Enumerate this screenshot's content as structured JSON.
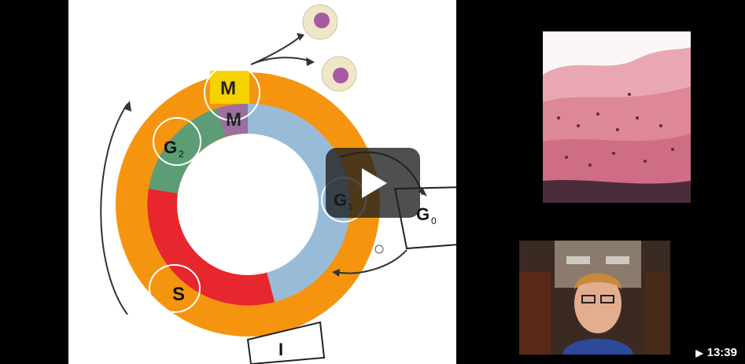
{
  "video": {
    "duration": "13:39",
    "play_glyph": "▶",
    "play_icon": "play-icon"
  },
  "diagram": {
    "labels": {
      "m_outer": "M",
      "m_inner": "M",
      "g2": "G",
      "g2_sub": "2",
      "g1": "G",
      "g1_sub": "1",
      "g0": "G",
      "g0_sub": "0",
      "s": "S",
      "interphase": "I"
    },
    "colors": {
      "interphase_ring": "#f5950f",
      "mitosis_outer": "#f5d300",
      "mitosis_inner": "#9c6fa0",
      "g2": "#5c9d76",
      "s": "#e8262d",
      "g1": "#98bcd8",
      "cell_fill": "#efe6c8",
      "nucleus": "#a65aa2"
    }
  }
}
